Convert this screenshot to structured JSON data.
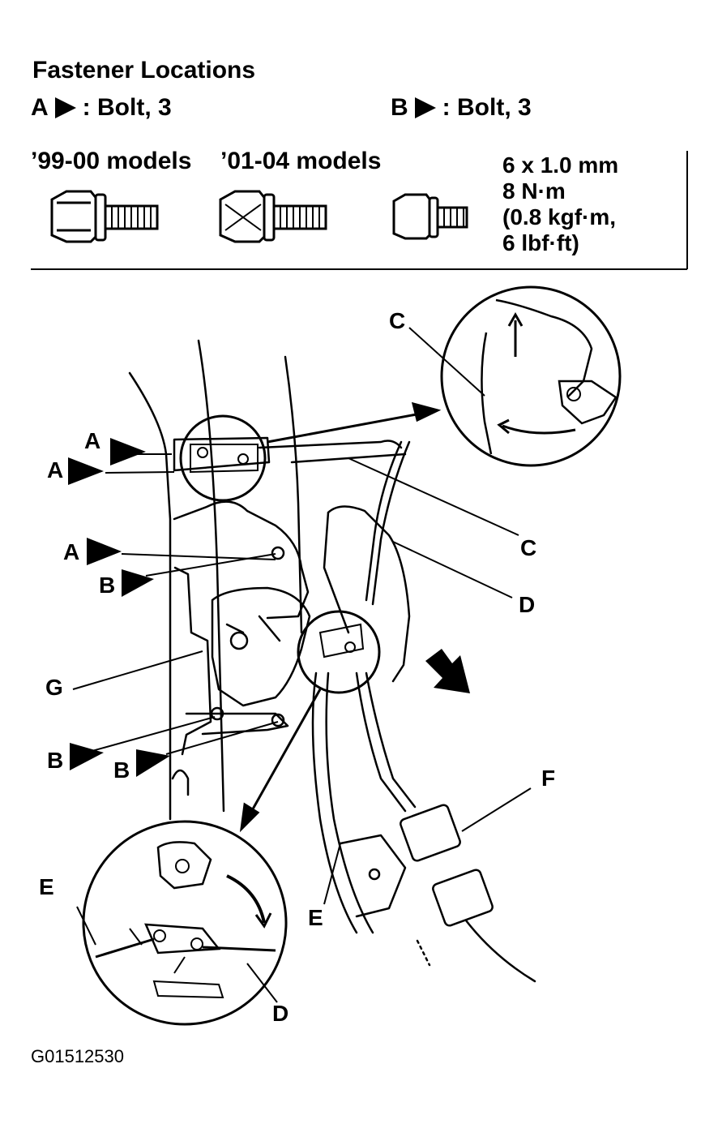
{
  "header": {
    "title": "Fastener Locations",
    "legend_a_letter": "A",
    "legend_a_text": ": Bolt, 3",
    "legend_b_letter": "B",
    "legend_b_text": ": Bolt, 3"
  },
  "fastener_box": {
    "model_1": "’99-00 models",
    "model_2": "’01-04 models",
    "spec_line_1": "6 x 1.0 mm",
    "spec_line_2": "8 N·m",
    "spec_line_3": "(0.8 kgf·m,",
    "spec_line_4": "6 lbf·ft)"
  },
  "callouts": {
    "a": "A",
    "b": "B",
    "c": "C",
    "d": "D",
    "e": "E",
    "f": "F",
    "g": "G"
  },
  "figure_code": "G01512530"
}
